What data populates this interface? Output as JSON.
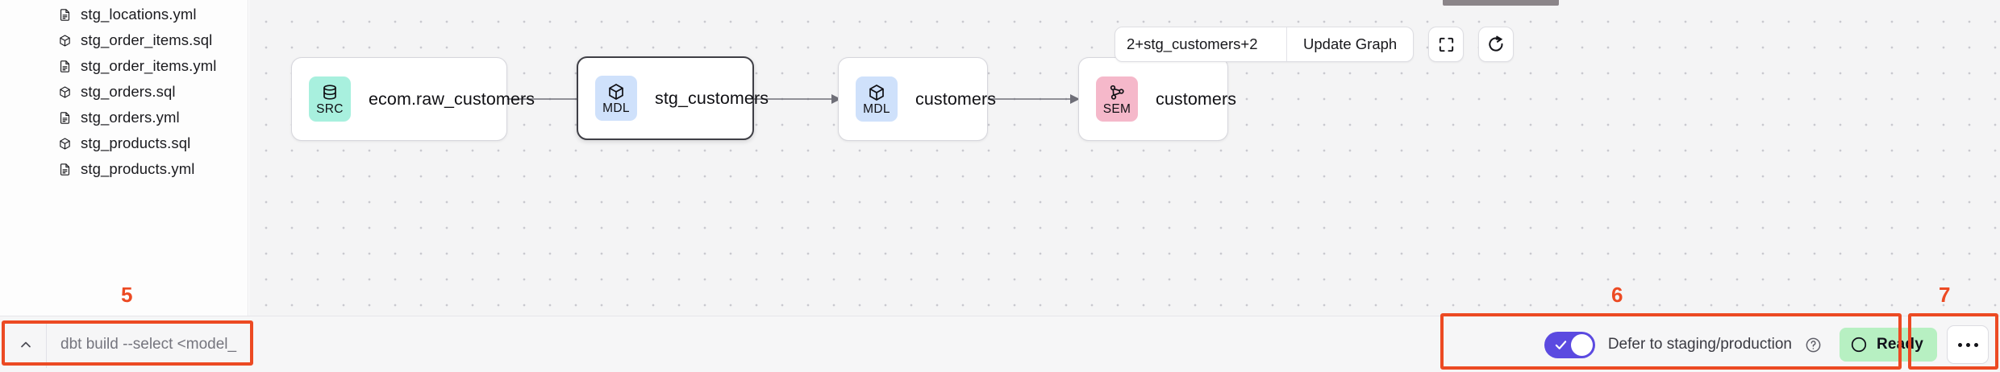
{
  "sidebar": {
    "files": [
      {
        "name": "stg_locations.yml",
        "icon": "yml-file-icon"
      },
      {
        "name": "stg_order_items.sql",
        "icon": "sql-model-icon"
      },
      {
        "name": "stg_order_items.yml",
        "icon": "yml-file-icon"
      },
      {
        "name": "stg_orders.sql",
        "icon": "sql-model-icon"
      },
      {
        "name": "stg_orders.yml",
        "icon": "yml-file-icon"
      },
      {
        "name": "stg_products.sql",
        "icon": "sql-model-icon"
      },
      {
        "name": "stg_products.yml",
        "icon": "yml-file-icon"
      }
    ]
  },
  "toolbar": {
    "selector_value": "2+stg_customers+2",
    "selector_placeholder": "2+stg_customers+2",
    "update_graph_label": "Update Graph",
    "fit_view_icon": "fullscreen-icon",
    "refresh_icon": "refresh-icon"
  },
  "graph": {
    "nodes": [
      {
        "id": "src",
        "badge": "SRC",
        "badge_icon": "database-icon",
        "label": "ecom.raw_customers",
        "badge_color": "#a8f0de",
        "selected": false
      },
      {
        "id": "mdl1",
        "badge": "MDL",
        "badge_icon": "cube-icon",
        "label": "stg_customers",
        "badge_color": "#cfe1fb",
        "selected": true
      },
      {
        "id": "mdl2",
        "badge": "MDL",
        "badge_icon": "cube-icon",
        "label": "customers",
        "badge_color": "#cfe1fb",
        "selected": false
      },
      {
        "id": "sem",
        "badge": "SEM",
        "badge_icon": "network-icon",
        "label": "customers",
        "badge_color": "#f5b8ca",
        "selected": false
      }
    ]
  },
  "command_bar": {
    "chevron_icon": "chevron-up-icon",
    "input_value": "",
    "input_placeholder": "dbt build --select <model_name>"
  },
  "status_bar": {
    "defer_label": "Defer to staging/production",
    "defer_enabled": true,
    "help_icon": "help-circle-icon",
    "status_label": "Ready",
    "status_icon": "circle-icon",
    "more_icon": "ellipsis-icon"
  },
  "annotations": {
    "items": [
      {
        "num": "5"
      },
      {
        "num": "6"
      },
      {
        "num": "7"
      }
    ]
  },
  "colors": {
    "accent_toggle": "#5b4ae0",
    "status_green": "#b7f0c2",
    "annotation_red": "#ec4a23",
    "src_badge": "#a8f0de",
    "mdl_badge": "#cfe1fb",
    "sem_badge": "#f5b8ca"
  }
}
